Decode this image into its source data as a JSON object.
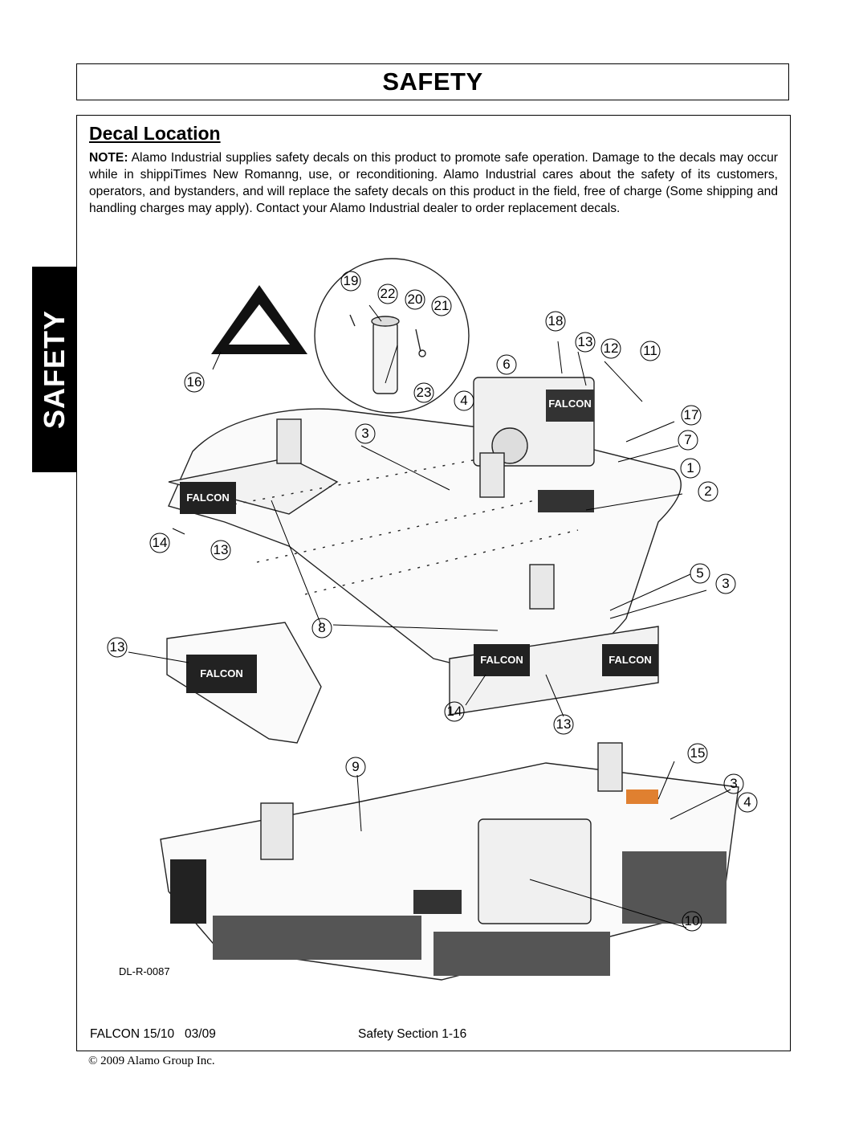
{
  "header": {
    "title": "SAFETY"
  },
  "side_tab": {
    "label": "SAFETY"
  },
  "section": {
    "heading": "Decal Location"
  },
  "note": {
    "label": "NOTE:",
    "text": "Alamo Industrial supplies safety decals on this product to promote safe operation. Damage to the decals may occur while in shippiTimes New Romanng, use, or reconditioning. Alamo Industrial cares about the safety of its customers, operators, and bystanders, and will replace the safety decals on this product in the field, free of charge (Some shipping and handling charges may apply). Contact your Alamo Industrial dealer to order replacement decals."
  },
  "diagram": {
    "drawing_number": "DL-R-0087",
    "decal_text": "FALCON",
    "callouts": [
      "19",
      "22",
      "20",
      "21",
      "23",
      "16",
      "18",
      "13",
      "12",
      "11",
      "6",
      "4",
      "17",
      "7",
      "3",
      "1",
      "2",
      "14",
      "13",
      "5",
      "3",
      "8",
      "13",
      "14",
      "13",
      "9",
      "15",
      "3",
      "4",
      "10"
    ]
  },
  "footer": {
    "model": "FALCON 15/10   03/09",
    "section": "Safety Section 1-16",
    "copyright": "© 2009 Alamo Group Inc."
  }
}
